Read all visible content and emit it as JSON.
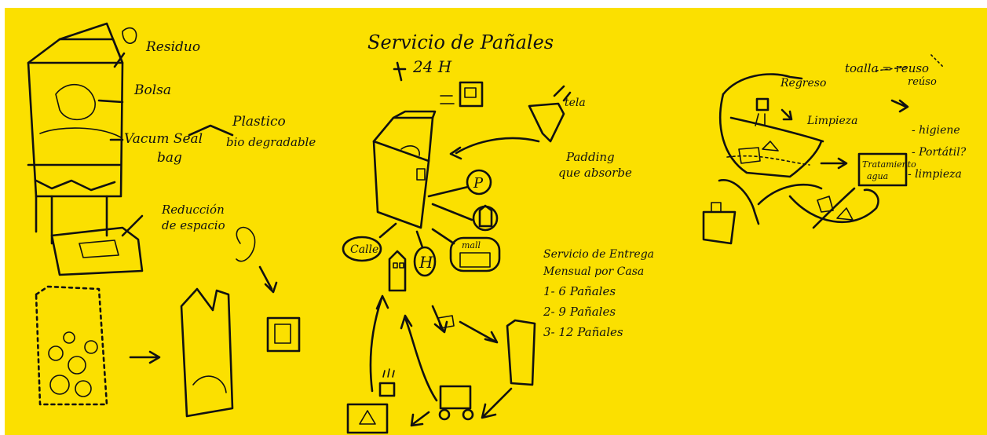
{
  "colors": {
    "paper": "#FBE000",
    "ink": "#111111"
  },
  "left": {
    "residue_label": "Residuo",
    "bag_label": "Bolsa",
    "vacuum_line1": "Vacum Seal",
    "vacuum_line2": "bag",
    "plastic_line1": "Plastico",
    "plastic_line2": "bio degradable",
    "reduction_line1": "Reducción",
    "reduction_line2": "de espacio"
  },
  "center": {
    "title_line1": "Servicio de Pañales",
    "title_line2": "24 H",
    "cloth_label": "tela",
    "padding_line1": "Padding",
    "padding_line2": "que absorbe",
    "calle_label": "Calle",
    "parking_letter": "P",
    "hospital_letter": "H",
    "mall_label": "mall",
    "service_line1": "Servicio de Entrega",
    "service_line2": "Mensual por Casa",
    "plan1": "1- 6 Pañales",
    "plan2": "2- 9 Pañales",
    "plan3": "3- 12 Pañales"
  },
  "right": {
    "recycle_label": "Regreso",
    "towel_label": "toalla = reuso",
    "reuse_label": "reúso",
    "cleaning_label": "Limpieza",
    "transport_line1": "Tratamiento",
    "transport_line2": "agua",
    "list_item1": "- higiene",
    "list_item2": "- Portátil?",
    "list_item3": "- limpieza"
  }
}
